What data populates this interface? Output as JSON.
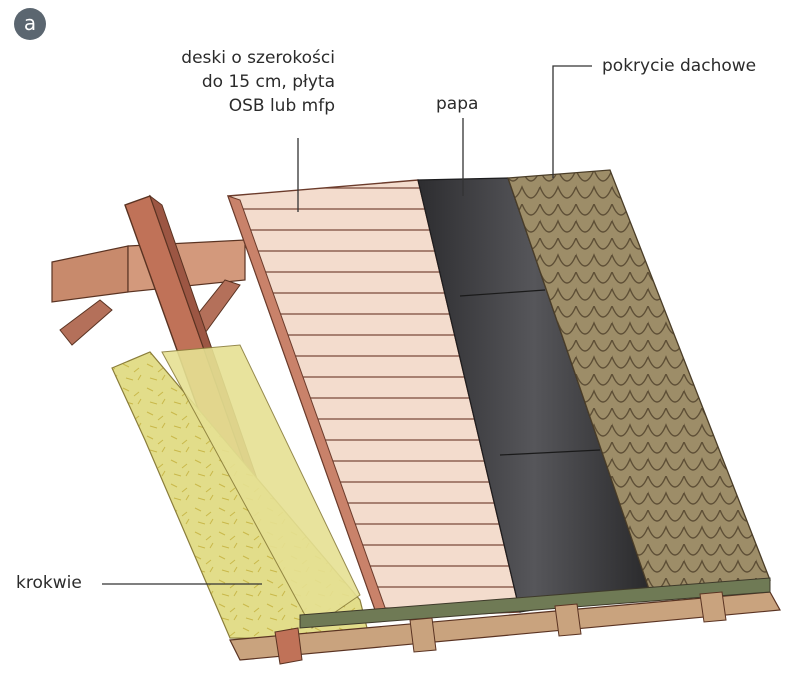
{
  "figure": {
    "badge": "a",
    "labels": {
      "boards_line1": "deski o szerokości",
      "boards_line2": "do 15 cm, płyta",
      "boards_line3": "OSB lub mfp",
      "felt": "papa",
      "roofing": "pokrycie dachowe",
      "rafters": "krokwie"
    }
  },
  "colors": {
    "rafter_wood": "#b96d52",
    "insulation": "#e0dc86",
    "boards": "#f2d3c3",
    "felt": "#3a3a3c",
    "shingles": "#9b8a63",
    "leader_lines": "#333333"
  }
}
